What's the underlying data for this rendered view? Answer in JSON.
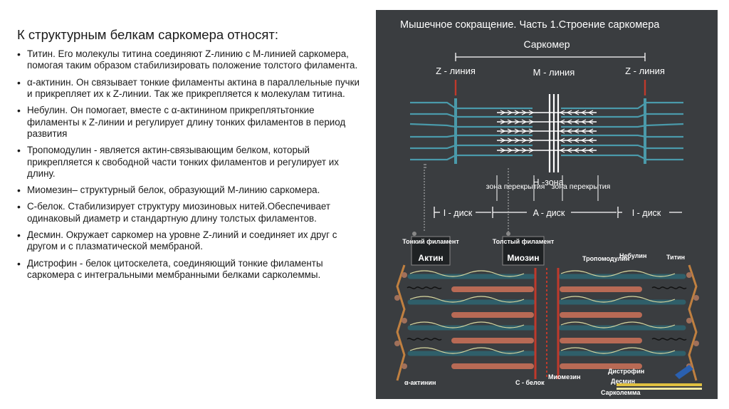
{
  "heading": "К структурным белкам саркомера относят:",
  "items": [
    "Титин. Его молекулы титина соединяют Z-линию с М-линией саркомера, помогая таким образом стабилизировать положение толстого филамента.",
    "α-актинин. Он связывает тонкие филаменты актина в параллельные пучки и прикрепляет их к Z-линии. Так же прикрепляется к молекулам титина.",
    "Небулин. Он помогает, вместе с α-актинином прикреплятьтонкие филаменты к Z-линии и регулирует длину тонких филаментов в период развития",
    "Тропомодулин - является актин-связывающим белком, который прикрепляется к свободной части тонких филаментов и регулирует их длину.",
    "Миомезин– структурный белок, образующий М-линию саркомера.",
    "С-белок. Стабилизирует структуру миозиновых нитей.Обеспечивает одинаковый диаметр и стандартную длину толстых филаментов.",
    "Десмин. Окружает саркомер на уровне Z-линий и соединяет их друг с другом и с плазматической мембраной.",
    "Дистрофин - белок цитоскелета, соединяющий тонкие филаменты саркомера с интегральными мембранными белками сарколеммы."
  ],
  "figure": {
    "title": "Мышечное сокращение. Часть 1.Строение саркомера",
    "sarcomere": "Саркомер",
    "z_line": "Z - линия",
    "m_line": "М - линия",
    "overlap": "зона перекрытия",
    "h_zone": "Н -зона",
    "i_disk": "I - диск",
    "a_disk": "A - диск",
    "thin_label": "Тонкий филамент",
    "actin": "Актин",
    "thick_label": "Толстый филамент",
    "myosin": "Миозин",
    "tropomodulin": "Тропомодулин",
    "nebulin": "Небулин",
    "titin": "Титин",
    "alpha_actinin": "α-актинин",
    "c_protein": "С - белок",
    "myomesin": "Миомезин",
    "dystrophin": "Дистрофин",
    "desmin": "Десмин",
    "sarcolemma": "Сарколемма",
    "colors": {
      "panel": "#3a3d40",
      "teal": "#4a9aaa",
      "red": "#c0392b",
      "actin": "#2f5f6a",
      "myosin": "#b86a55"
    }
  }
}
